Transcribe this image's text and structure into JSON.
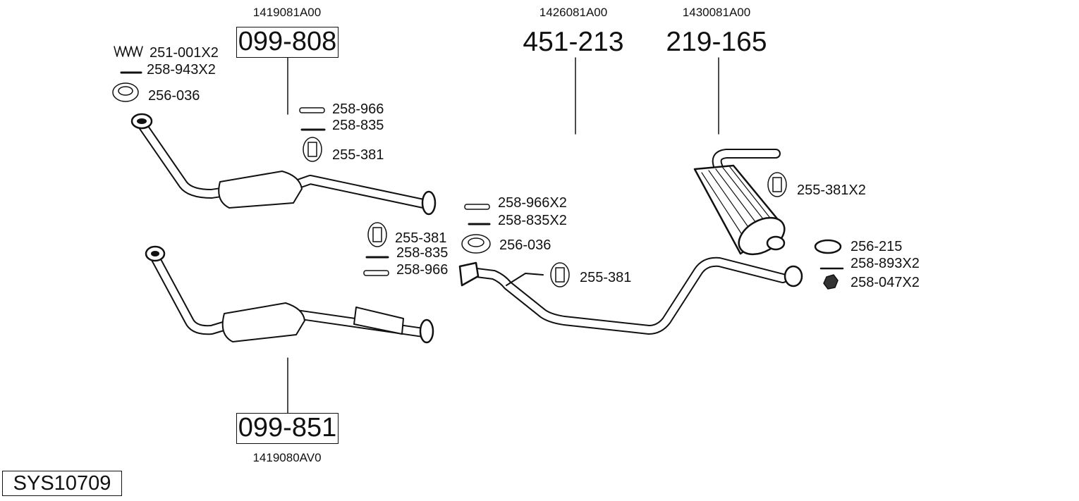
{
  "system_id": "SYS10709",
  "assemblies": [
    {
      "part": "099-808",
      "oem": "1419081A00"
    },
    {
      "part": "451-213",
      "oem": "1426081A00"
    },
    {
      "part": "219-165",
      "oem": "1430081A00"
    },
    {
      "part": "099-851",
      "oem": "1419080AV0"
    }
  ],
  "fittings": {
    "front_top": [
      "251-001X2",
      "258-943X2",
      "256-036"
    ],
    "cat_top": [
      "258-966",
      "258-835",
      "255-381"
    ],
    "cat_bottom": [
      "255-381",
      "258-835",
      "258-966"
    ],
    "mid_top": [
      "258-966X2",
      "258-835X2",
      "256-036"
    ],
    "mid_hanger": "255-381",
    "rear_hanger": "255-381X2",
    "rear": [
      "256-215",
      "258-893X2",
      "258-047X2"
    ]
  }
}
